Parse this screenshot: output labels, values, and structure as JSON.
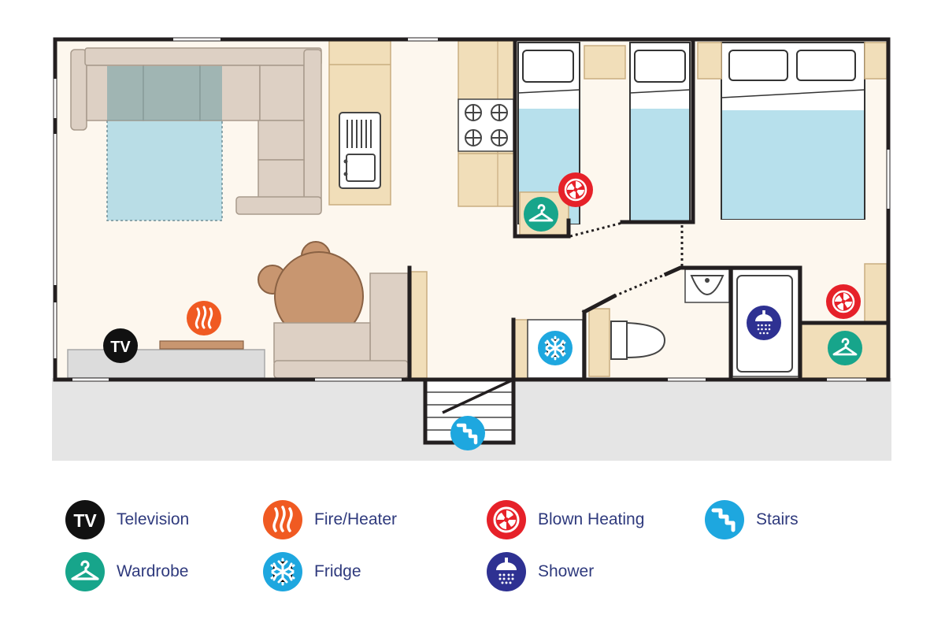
{
  "colors": {
    "wall": "#231f20",
    "floor": "#fdf7ee",
    "outdoor": "#e5e5e5",
    "wood": "#f1deb9",
    "wood_edge": "#c9ad80",
    "sofa": "#ddd0c4",
    "sofa_edge": "#a89a8c",
    "rug": "#b9dde6",
    "bed": "#b7e0ec",
    "table": "#c89670",
    "table_edge": "#8a6244",
    "tv_unit": "#dcdcdc",
    "tv_bg": "#111111",
    "fire_bg": "#f05a22",
    "blown_bg": "#e62129",
    "stairs_bg": "#1ea7df",
    "wardrobe_bg": "#17a58b",
    "fridge_bg": "#1ea7df",
    "shower_bg": "#2e3192",
    "legend_text": "#2f3a7d"
  },
  "tv": {
    "abbr": "TV"
  },
  "legend": [
    {
      "id": "television",
      "label": "Television",
      "icon": "tv-icon"
    },
    {
      "id": "fire-heater",
      "label": "Fire/Heater",
      "icon": "flame-icon"
    },
    {
      "id": "blown-heating",
      "label": "Blown Heating",
      "icon": "fan-icon"
    },
    {
      "id": "stairs",
      "label": "Stairs",
      "icon": "stairs-icon"
    },
    {
      "id": "wardrobe",
      "label": "Wardrobe",
      "icon": "hanger-icon"
    },
    {
      "id": "fridge",
      "label": "Fridge",
      "icon": "snowflake-icon"
    },
    {
      "id": "shower",
      "label": "Shower",
      "icon": "shower-icon"
    }
  ]
}
